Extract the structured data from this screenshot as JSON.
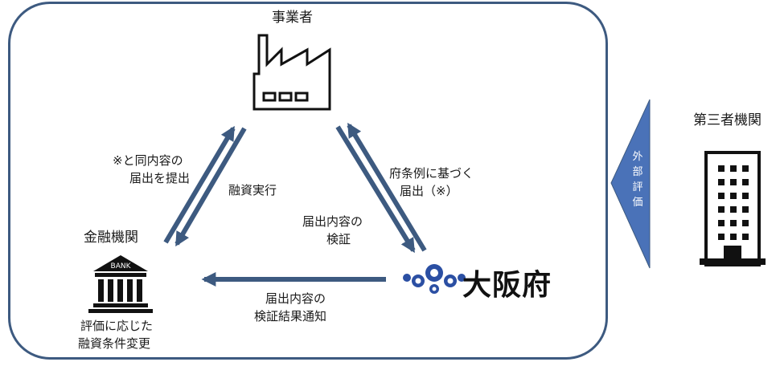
{
  "actors": {
    "business": "事業者",
    "bank": "金融機関",
    "osaka": "大阪府",
    "third_party": "第三者機関"
  },
  "bank_icon_text": "BANK",
  "flows": {
    "bank_to_business_line1": "※と同内容の",
    "bank_to_business_line2": "届出を提出",
    "financing": "融資実行",
    "business_to_osaka_line1": "府条例に基づく",
    "business_to_osaka_line2": "届出（※）",
    "verify_line1": "届出内容の",
    "verify_line2": "検証",
    "result_line1": "届出内容の",
    "result_line2": "検証結果通知",
    "bank_result_line1": "評価に応じた",
    "bank_result_line2": "融資条件変更"
  },
  "external_eval": [
    "外",
    "部",
    "評",
    "価"
  ],
  "colors": {
    "frame": "#3d5a80",
    "arrow": "#3d5a80",
    "eval_arrow": "#4a72b8",
    "osaka_logo": "#2b4fa3"
  }
}
